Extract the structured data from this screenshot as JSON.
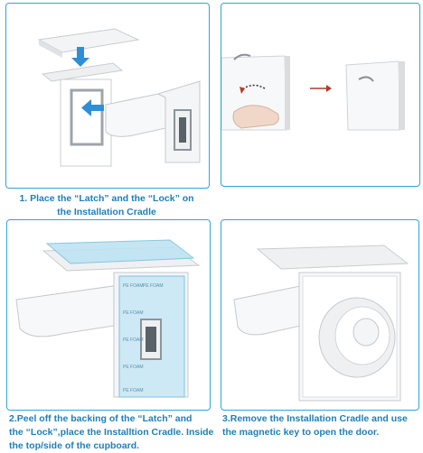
{
  "steps": [
    {
      "line1": "1. Place the “Latch” and the “Lock” on",
      "line2": "the Installation Cradle"
    },
    {
      "line1": "2.Peel off the backing of the “Latch” and",
      "line2": "the “Lock”,place the Installtion Cradle. Inside",
      "line3": "the top/side of the cupboard."
    },
    {
      "line1": "3.Remove the Installation Cradle and use",
      "line2": "the magnetic key to open the door."
    }
  ],
  "tape_labels": [
    "PE FOAM",
    "PE FOAM",
    "PE FOAM",
    "PE FOAM",
    "PE FOAM",
    "PE FOAM"
  ],
  "colors": {
    "accent": "#1e7fb7",
    "border": "#2fa6d8",
    "arrow": "#2e8fd6",
    "tape": "#bfe3f2"
  },
  "icons": [
    "arrow-down-icon",
    "arrow-left-icon",
    "arrow-right-icon",
    "curved-arrow-icon"
  ]
}
